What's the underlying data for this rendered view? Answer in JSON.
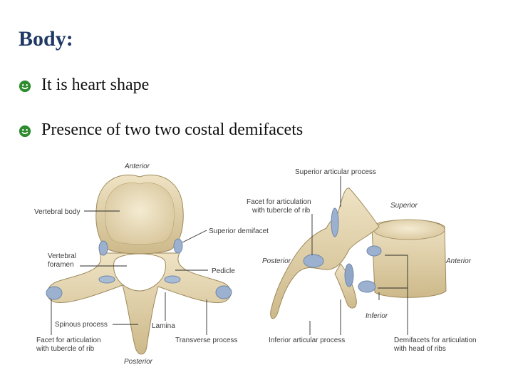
{
  "title": "Body:",
  "bullets": [
    {
      "text": "It is heart shape",
      "icon": "smiley-icon"
    },
    {
      "text": "Presence of two two costal demifacets",
      "icon": "smiley-icon"
    }
  ],
  "figure_left": {
    "anterior": "Anterior",
    "vertebral_body": "Vertebral body",
    "superior_demifacet": "Superior demifacet",
    "vertebral_foramen_1": "Vertebral",
    "vertebral_foramen_2": "foramen",
    "pedicle": "Pedicle",
    "spinous_process": "Spinous process",
    "lamina": "Lamina",
    "facet_tubercle_1": "Facet for articulation",
    "facet_tubercle_2": "with tubercle of rib",
    "transverse_process": "Transverse process",
    "posterior": "Posterior"
  },
  "figure_right": {
    "superior_articular_process": "Superior articular process",
    "facet_tubercle_1": "Facet for articulation",
    "facet_tubercle_2": "with tubercle of rib",
    "superior": "Superior",
    "posterior": "Posterior",
    "anterior": "Anterior",
    "inferior": "Inferior",
    "inferior_articular_process": "Inferior articular process",
    "demifacets_1": "Demifacets for articulation",
    "demifacets_2": "with head of ribs"
  },
  "colors": {
    "title": "#1f3864",
    "bone": "#e6d8b4",
    "facet": "#9bb1cf",
    "smiley": "#2e8b2e"
  }
}
